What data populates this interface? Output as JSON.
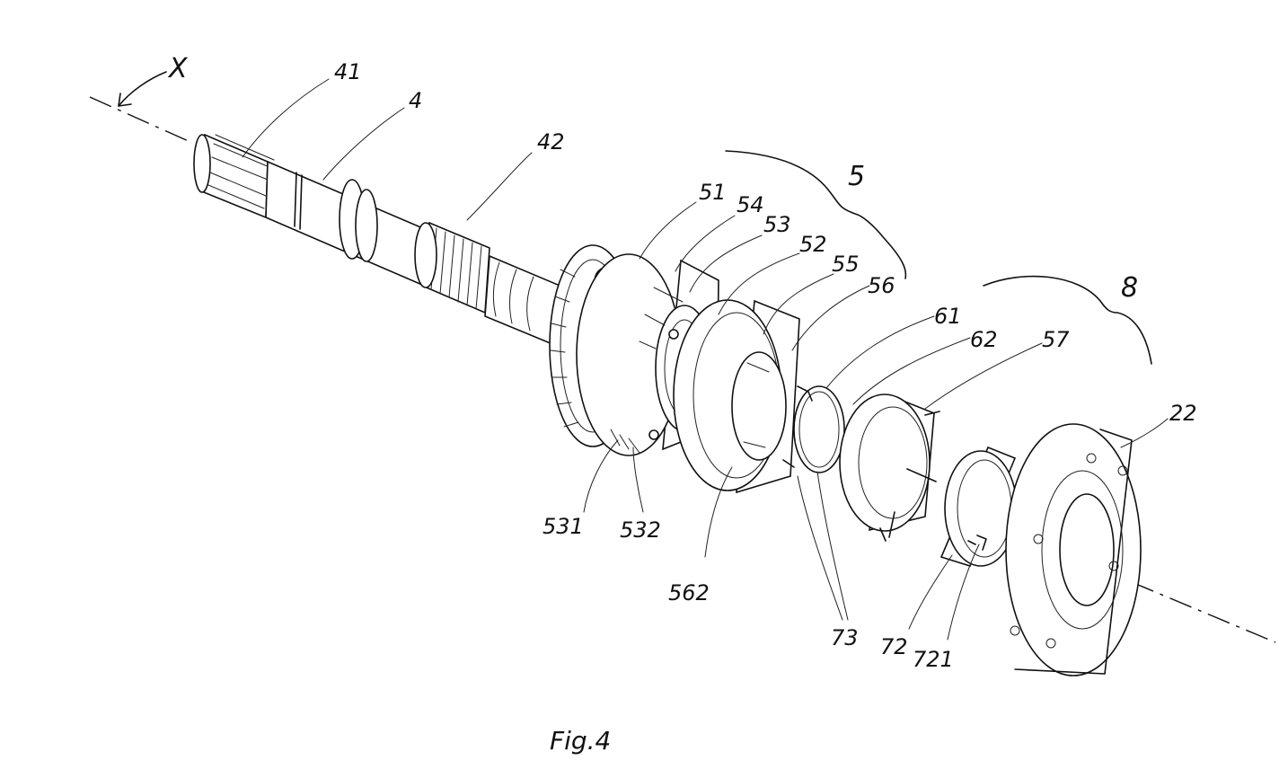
{
  "figure": {
    "caption": "Fig.4",
    "axis_label": "X",
    "labels": {
      "l41": "41",
      "l4": "4",
      "l42": "42",
      "l5": "5",
      "l51": "51",
      "l54": "54",
      "l53": "53",
      "l52": "52",
      "l55": "55",
      "l56": "56",
      "l61": "61",
      "l62": "62",
      "l57": "57",
      "l8": "8",
      "l22": "22",
      "l531": "531",
      "l532": "532",
      "l562": "562",
      "l73": "73",
      "l72": "72",
      "l721": "721"
    }
  }
}
